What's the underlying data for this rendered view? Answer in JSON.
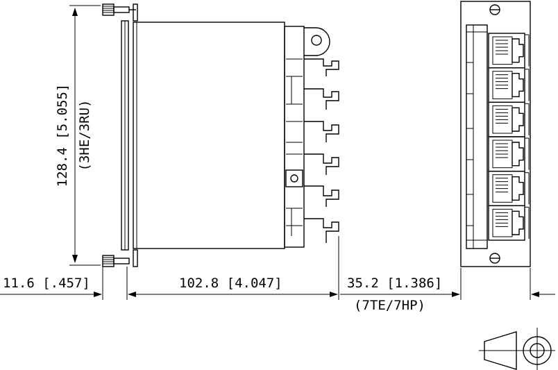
{
  "drawing": {
    "dim_height": "128.4 [5.055]",
    "dim_height_units": "(3HE/3RU)",
    "dim_left": "11.6 [.457]",
    "dim_depth": "102.8 [4.047]",
    "dim_width": "35.2 [1.386]",
    "dim_width_units": "(7TE/7HP)",
    "port_count": 6,
    "projection_symbol": "third-angle-projection-icon"
  }
}
